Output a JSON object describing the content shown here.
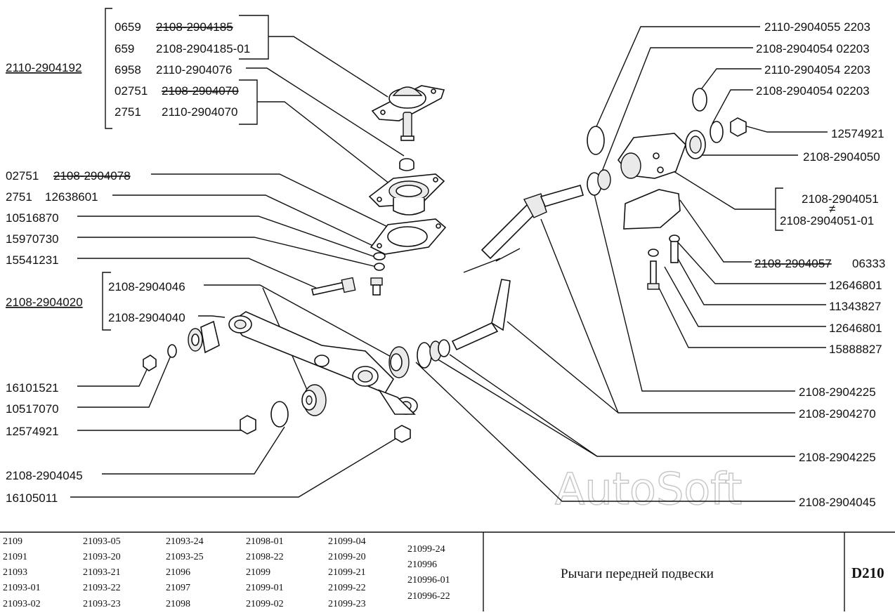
{
  "header_left": {
    "group_label": "2110-2904192",
    "rows": [
      {
        "num": "0659",
        "code": "2108-2904185",
        "struck": true
      },
      {
        "num": "659",
        "code": "2108-2904185-01",
        "struck": false
      },
      {
        "num": "6958",
        "code": "2110-2904076",
        "struck": false
      },
      {
        "num": "02751",
        "code": "2108-2904070",
        "struck": true
      },
      {
        "num": "2751",
        "code": "2110-2904070",
        "struck": false
      }
    ]
  },
  "left_labels": {
    "l1_num": "02751",
    "l1_code": "2108-2904078",
    "l2_num": "2751",
    "l2_code": "12638601",
    "l3": "10516870",
    "l4": "15970730",
    "l5": "15541231",
    "group2_label": "2108-2904020",
    "g2a": "2108-2904046",
    "g2b": "2108-2904040",
    "l6": "16101521",
    "l7": "10517070",
    "l8": "12574921",
    "l9": "2108-2904045",
    "l10": "16105011"
  },
  "right_labels": {
    "r1": "2110-2904055  2203",
    "r2": "2108-2904054  02203",
    "r3": "2110-2904054  2203",
    "r4": "2108-2904054  02203",
    "r5": "12574921",
    "r6": "2108-2904050",
    "r7a": "2108-2904051",
    "r7sym": "≠",
    "r7b": "2108-2904051-01",
    "r8_code": "2108-2904057",
    "r8_num": "06333",
    "r9": "12646801",
    "r10": "11343827",
    "r11": "12646801",
    "r12": "15888827",
    "r13": "2108-2904225",
    "r14": "2108-2904270",
    "r15": "2108-2904225",
    "r16": "2108-2904045"
  },
  "watermark": "AutoSoft",
  "footer": {
    "models_col1": [
      "2109",
      "21091",
      "21093",
      "21093-01",
      "21093-02"
    ],
    "models_col2": [
      "21093-05",
      "21093-20",
      "21093-21",
      "21093-22",
      "21093-23"
    ],
    "models_col3": [
      "21093-24",
      "21093-25",
      "21096",
      "21097",
      "21098"
    ],
    "models_col4": [
      "21098-01",
      "21098-22",
      "21099",
      "21099-01",
      "21099-02"
    ],
    "models_col5": [
      "21099-04",
      "21099-20",
      "21099-21",
      "21099-22",
      "21099-23"
    ],
    "models_col6": [
      "21099-24",
      "210996",
      "210996-01",
      "210996-22"
    ],
    "title": "Рычаги передней подвески",
    "code": "D210"
  }
}
